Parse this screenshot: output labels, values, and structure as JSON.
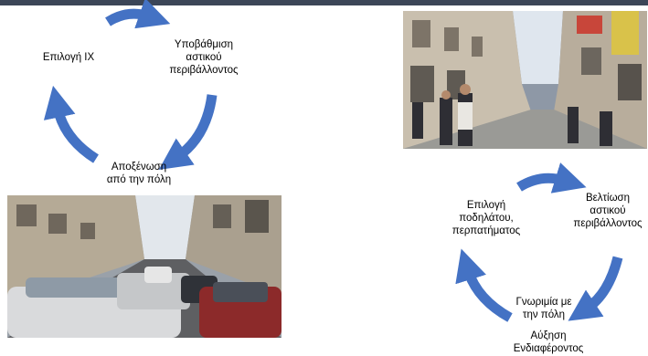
{
  "cycle_left": {
    "nodes": [
      {
        "id": "car-choice",
        "lines": [
          "Επιλογή ΙΧ"
        ]
      },
      {
        "id": "degradation",
        "lines": [
          "Υποβάθμιση",
          "αστικού",
          "περιβάλλοντος"
        ]
      },
      {
        "id": "alienation",
        "lines": [
          "Αποξένωση",
          "από την πόλη"
        ]
      }
    ]
  },
  "cycle_right": {
    "nodes": [
      {
        "id": "bike-choice",
        "lines": [
          "Επιλογή",
          "ποδηλάτου,",
          "περπατήματος"
        ]
      },
      {
        "id": "improvement",
        "lines": [
          "Βελτίωση",
          "αστικού",
          "περιβάλλοντος"
        ]
      },
      {
        "id": "acquaintance",
        "lines": [
          "Γνωριμία με",
          "την πόλη"
        ]
      },
      {
        "id": "interest",
        "lines": [
          "Αύξηση",
          "Ενδιαφέροντος"
        ]
      }
    ]
  },
  "colors": {
    "arrow": "#4472c4",
    "topbar": "#3c4658"
  }
}
